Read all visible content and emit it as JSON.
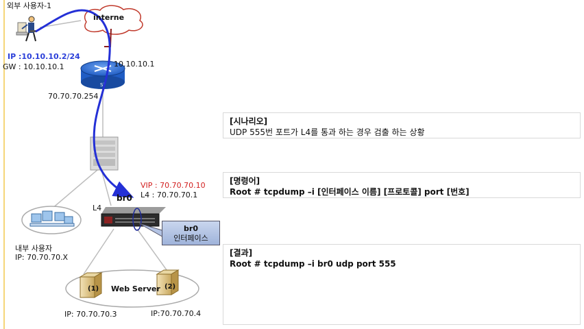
{
  "nodes": {
    "external_user": "외부 사용자-1",
    "external_ip": "IP :10.10.10.2/24",
    "external_gw": "GW : 10.10.10.1",
    "internet": "interne",
    "router_ip_top": "10.10.10.1",
    "router_ip_bottom": "70.70.70.254",
    "internal_user": "내부 사용자",
    "internal_ip": "IP: 70.70.70.X",
    "l4": "L4",
    "br0": "br0",
    "vip": "VIP  : 70.70.70.10",
    "l4_ip": "L4    : 70.70.70.1",
    "web_server": "Web Server",
    "server1_tag": "(1)",
    "server2_tag": "(2)",
    "server1_ip": "IP: 70.70.70.3",
    "server2_ip": "IP:70.70.70.4"
  },
  "callout": {
    "title": "br0",
    "subtitle": "인터페이스"
  },
  "panels": {
    "scenario": {
      "title": "[시나리오]",
      "body": "UDP 555번 포트가 L4를 통과 하는 경우 검출 하는 상황"
    },
    "command": {
      "title": "[명령어]",
      "body": "Root # tcpdump –i [인터페이스 이름] [프로토콜] port [번호]"
    },
    "result": {
      "title": "[결과]",
      "body": "Root # tcpdump –i br0 udp port 555"
    }
  },
  "colors": {
    "path": "#2430d6",
    "vip": "#d21f1f",
    "accent_line": "#f2c94c"
  },
  "icons": [
    "person-at-computer-icon",
    "cloud-icon",
    "router-icon",
    "switch-icon",
    "l4-appliance-icon",
    "workstation-cluster-icon",
    "server-icon"
  ]
}
